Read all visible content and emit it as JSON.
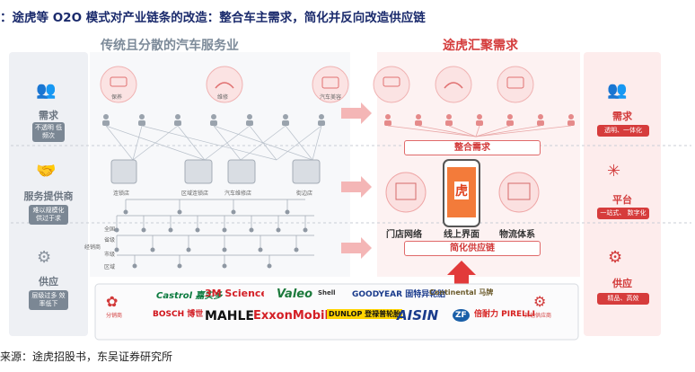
{
  "figure_title": "：途虎等 O2O 模式对产业链条的改造：整合车主需求，简化并反向改造供应链",
  "source": "来源：途虎招股书，东吴证券研究所",
  "left_section": {
    "title": "传统且分散的汽车服务业",
    "rows": [
      {
        "label": "需求",
        "note": "不透明 低频次"
      },
      {
        "label": "服务提供商",
        "note": "难以规模化 供过于求"
      },
      {
        "label": "供应",
        "note": "层级过多 效率低下"
      }
    ],
    "stores": [
      "连锁店",
      "区域连锁店",
      "汽车维修店",
      "街边店"
    ],
    "supply_levels": [
      "全国",
      "省级",
      "市级",
      "区域"
    ],
    "supply_side_label": "经销商",
    "demand_labels": [
      "保养",
      "维修",
      "汽车美容"
    ]
  },
  "right_section": {
    "title": "途虎汇聚需求",
    "rows": [
      {
        "label": "需求",
        "note": "透明、一体化"
      },
      {
        "label": "平台",
        "note": "一站式、 数字化"
      },
      {
        "label": "供应",
        "note": "精品、高效"
      }
    ],
    "integrate_label": "整合需求",
    "simplify_label": "简化供应链",
    "nodes": [
      "门店网络",
      "线上界面",
      "物流体系"
    ]
  },
  "brands": {
    "distributor": "分销商",
    "row1": [
      "Castrol 嘉实多",
      "3M Science. Applied to Life.™",
      "Valeo",
      "Shell",
      "GOODYEAR 固特异轮胎",
      "Continental 马牌",
      "其他供应商"
    ],
    "row2": [
      "BOSCH 博世",
      "MAHLE",
      "ExxonMobil",
      "DUNLOP 登禄普轮胎",
      "AISIN",
      "ZF",
      "倍耐力 PIRELLI"
    ]
  },
  "colors": {
    "title": "#1a2a6c",
    "left_header": "#7c8a99",
    "right_header": "#d43b3b",
    "left_bg": "#eef0f4",
    "right_bg": "#fdeeee",
    "accent_red": "#d23a3a",
    "grey_pill": "#7b8794",
    "red_pill": "#d63c3c"
  }
}
